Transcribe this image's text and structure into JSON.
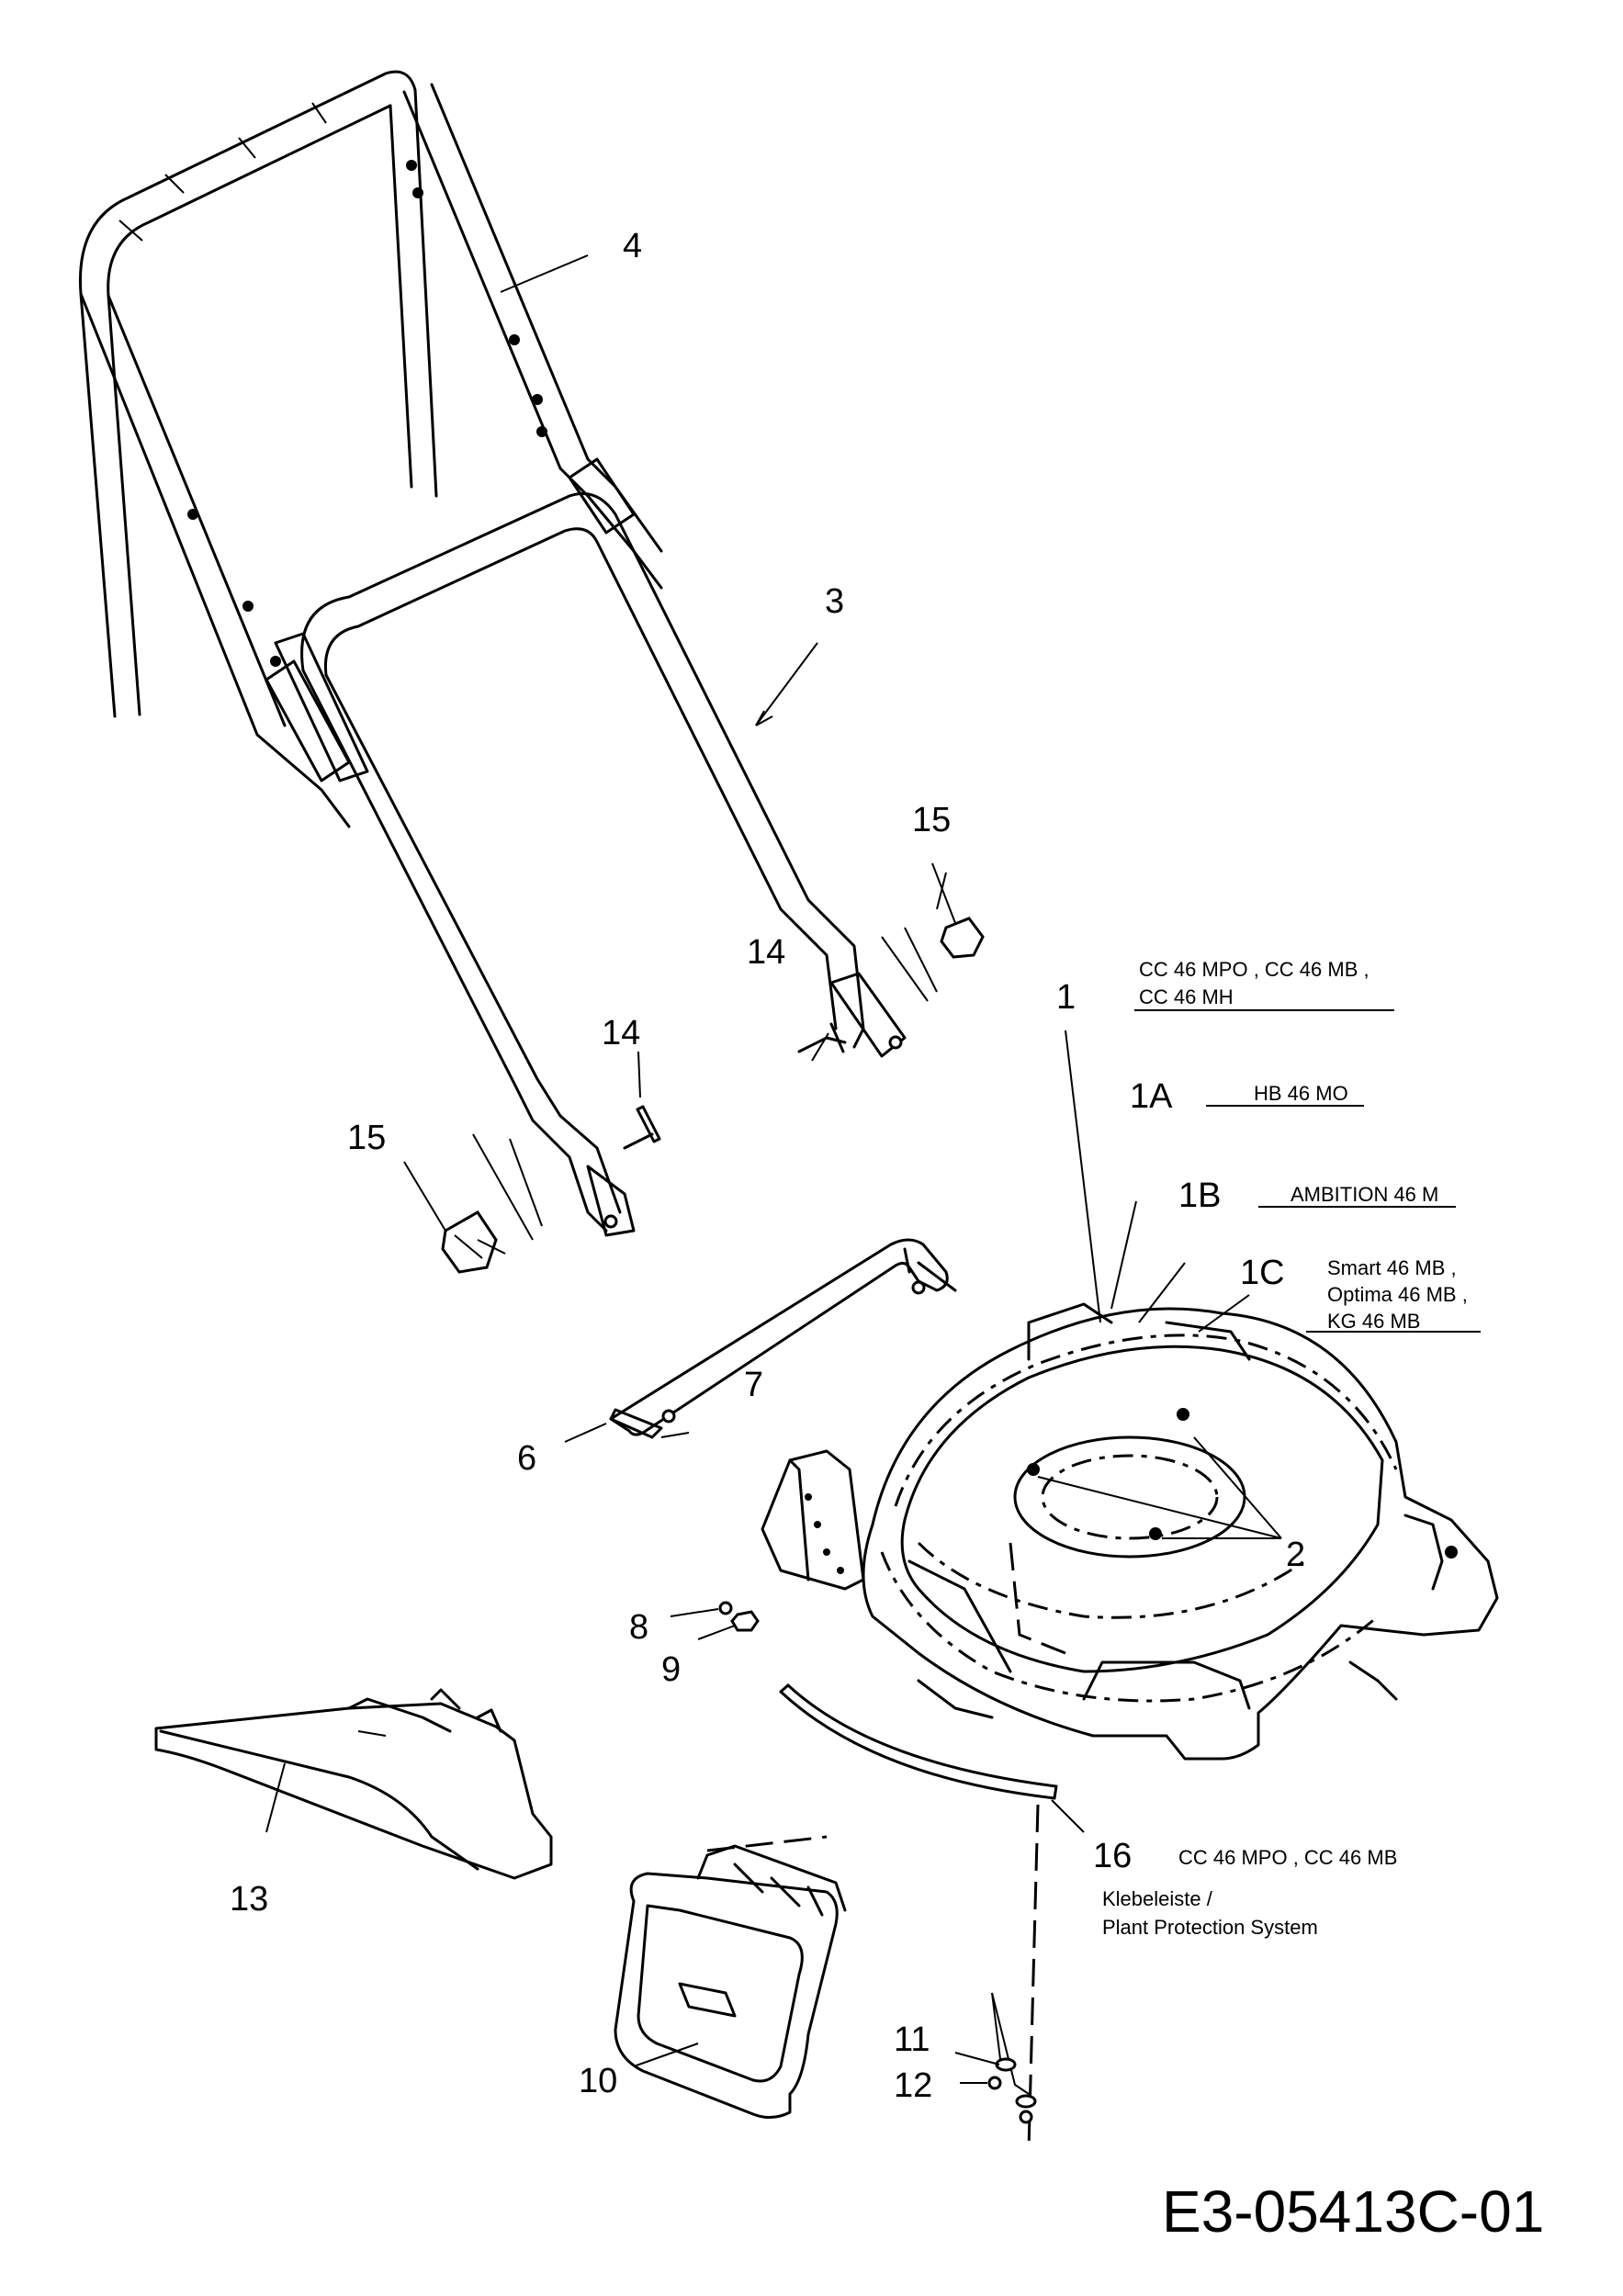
{
  "document_number": "E3-05413C-01",
  "callouts": {
    "c1": "1",
    "c1a": "1A",
    "c1b": "1B",
    "c1c": "1C",
    "c2": "2",
    "c3": "3",
    "c4": "4",
    "c6": "6",
    "c7": "7",
    "c8": "8",
    "c9": "9",
    "c10": "10",
    "c11": "11",
    "c12": "12",
    "c13": "13",
    "c14a": "14",
    "c14b": "14",
    "c15a": "15",
    "c15b": "15",
    "c16": "16"
  },
  "notes": {
    "n1_line1": "CC 46 MPO ,  CC 46 MB ,",
    "n1_line2": "CC 46 MH",
    "n1a": "HB 46 MO",
    "n1b": "AMBITION 46 M",
    "n1c_line1": "Smart 46 MB ,",
    "n1c_line2": "Optima 46 MB ,",
    "n1c_line3": "KG 46 MB",
    "n16": "CC 46 MPO ,  CC 46 MB",
    "n16_desc1": "Klebeleiste /",
    "n16_desc2": "Plant Protection System"
  }
}
